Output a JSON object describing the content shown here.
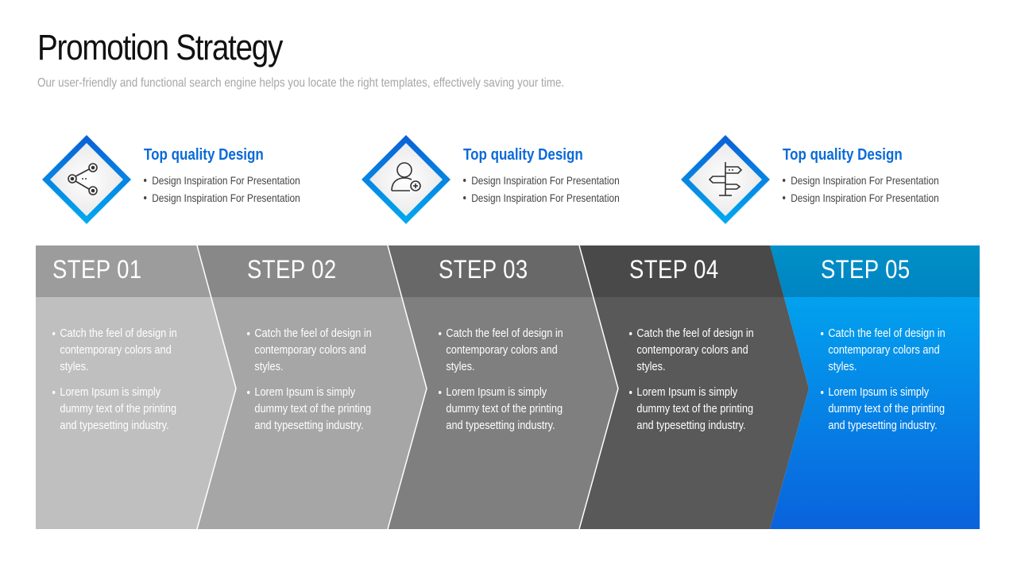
{
  "header": {
    "title": "Promotion Strategy",
    "subtitle": "Our user-friendly and functional search engine helps you locate the right templates, effectively saving your time."
  },
  "features": [
    {
      "icon": "share-nodes-icon",
      "title": "Top quality Design",
      "bullets": [
        "Design Inspiration For Presentation",
        "Design Inspiration For Presentation"
      ]
    },
    {
      "icon": "user-add-icon",
      "title": "Top quality Design",
      "bullets": [
        "Design Inspiration For Presentation",
        "Design Inspiration For Presentation"
      ]
    },
    {
      "icon": "signpost-icon",
      "title": "Top quality Design",
      "bullets": [
        "Design Inspiration For Presentation",
        "Design Inspiration For Presentation"
      ]
    }
  ],
  "steps": [
    {
      "label": "STEP 01",
      "bullets": [
        "Catch the feel of design in contemporary colors and styles.",
        "Lorem Ipsum is simply dummy text of the printing and typesetting industry."
      ]
    },
    {
      "label": "STEP 02",
      "bullets": [
        "Catch the feel of design in contemporary colors and styles.",
        "Lorem Ipsum is simply dummy text of the printing and typesetting industry."
      ]
    },
    {
      "label": "STEP 03",
      "bullets": [
        "Catch the feel of design in contemporary colors and styles.",
        "Lorem Ipsum is simply dummy text of the printing and typesetting industry."
      ]
    },
    {
      "label": "STEP 04",
      "bullets": [
        "Catch the feel of design in contemporary colors and styles.",
        "Lorem Ipsum is simply dummy text of the printing and typesetting industry."
      ]
    },
    {
      "label": "STEP 05",
      "bullets": [
        "Catch the feel of design in contemporary colors and styles.",
        "Lorem Ipsum is simply dummy text of the printing and typesetting industry."
      ]
    }
  ],
  "colors": {
    "accent": "#0a6ad8",
    "accent_light": "#00aaee",
    "step1": "#bfbfbf",
    "step2": "#a6a6a6",
    "step3": "#7f7f7f",
    "step4": "#595959",
    "step_header_overlay": "rgba(0,0,0,0.18)"
  }
}
